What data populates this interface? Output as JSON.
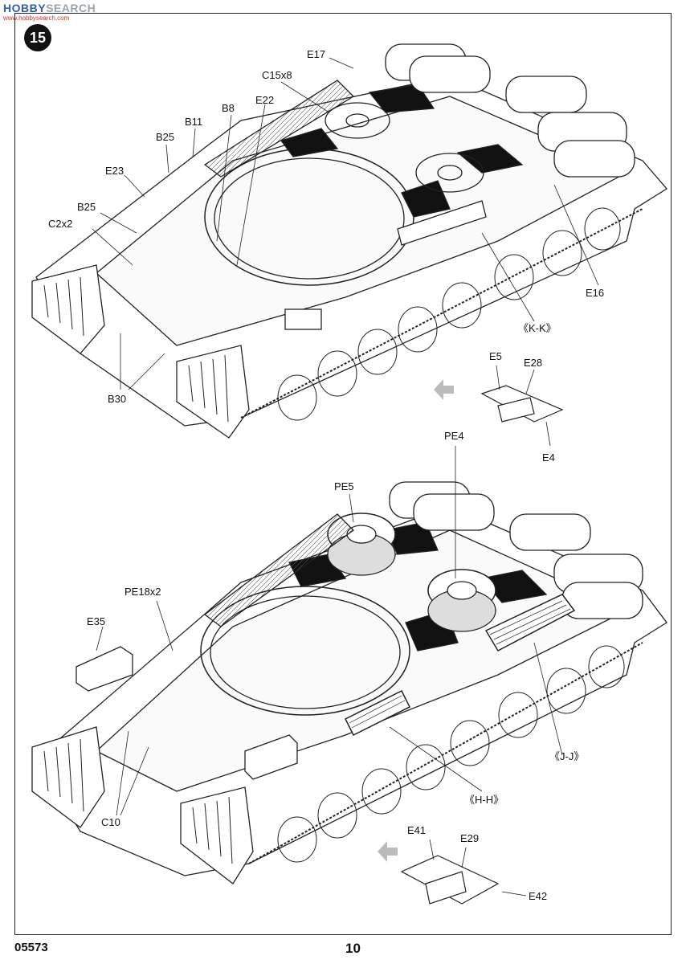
{
  "watermark": {
    "brand_a": "HOBBY",
    "brand_b": "SEARCH",
    "sub": "www.hobbysearch.com"
  },
  "step": "15",
  "footer": {
    "code": "05573",
    "page": "10"
  },
  "top_diagram": {
    "callouts": [
      "E17",
      "C15x8",
      "B8",
      "E22",
      "B11",
      "B25",
      "E23",
      "B25",
      "C2x2",
      "B30",
      "E16",
      "《K-K》"
    ],
    "subassembly": [
      "E5",
      "E28",
      "E4"
    ]
  },
  "bottom_diagram": {
    "callouts": [
      "PE4",
      "PE5",
      "PE18x2",
      "E35",
      "C10",
      "《J-J》",
      "《H-H》"
    ],
    "subassembly": [
      "E41",
      "E29",
      "E42"
    ]
  },
  "icons": [
    "arrow-indicator-icon"
  ]
}
